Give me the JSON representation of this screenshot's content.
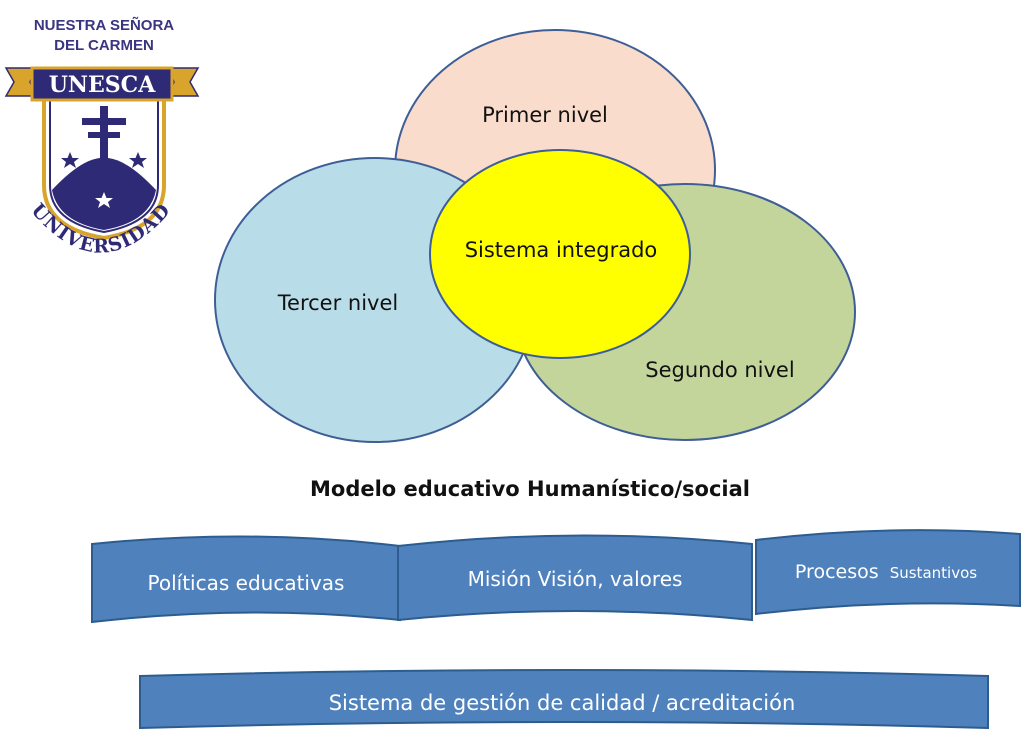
{
  "logo": {
    "line1": "NUESTRA SEÑORA",
    "line2": "DEL CARMEN",
    "ribbon": "UNESCA",
    "arc": "UNIVERSIDAD"
  },
  "diagram": {
    "primer": "Primer nivel",
    "tercer": "Tercer nivel",
    "segundo": "Segundo nivel",
    "center": "Sistema integrado",
    "caption": "Modelo educativo Humanístico/social"
  },
  "banners": {
    "politicas": "Políticas educativas",
    "mision": "Misión Visión, valores",
    "procesos_big": "Procesos",
    "procesos_small": "Sustantivos",
    "sistema": "Sistema de gestión de calidad / acreditación"
  },
  "colors": {
    "primer_fill": "#F9DCCC",
    "tercer_fill": "#B9DDE8",
    "segundo_fill": "#C4D59C",
    "center_fill": "#FFFF00",
    "outline": "#3E5E96",
    "banner_fill": "#4F81BD",
    "banner_edge": "#2D5C8F",
    "logo_navy": "#2F2A75",
    "logo_gold": "#D8A42C"
  }
}
